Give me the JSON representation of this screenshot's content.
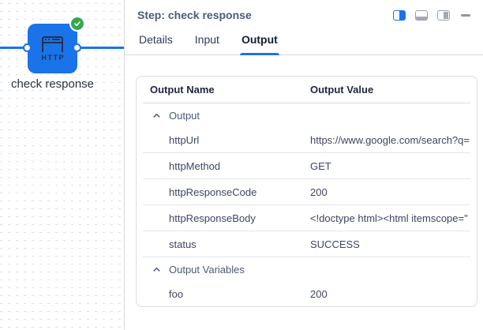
{
  "canvas": {
    "node": {
      "label": "check response",
      "icon_text": "HTTP",
      "status": "success",
      "node_color": "#1a73e8",
      "status_color": "#34a853"
    }
  },
  "panel": {
    "header": {
      "title": "Step: check response"
    },
    "window_controls": [
      {
        "name": "dock-split-right",
        "active": true
      },
      {
        "name": "dock-bottom",
        "active": false
      },
      {
        "name": "dock-panel-right",
        "active": false
      },
      {
        "name": "minimize",
        "active": false
      }
    ],
    "tabs": [
      {
        "label": "Details",
        "active": false
      },
      {
        "label": "Input",
        "active": false
      },
      {
        "label": "Output",
        "active": true
      }
    ],
    "table": {
      "columns": [
        "Output Name",
        "Output Value"
      ],
      "rows": [
        {
          "type": "group",
          "name": "Output",
          "value": ""
        },
        {
          "type": "data",
          "name": "httpUrl",
          "value": "https://www.google.com/search?q="
        },
        {
          "type": "data",
          "name": "httpMethod",
          "value": "GET"
        },
        {
          "type": "data",
          "name": "httpResponseCode",
          "value": "200"
        },
        {
          "type": "data",
          "name": "httpResponseBody",
          "value": "<!doctype html><html itemscope=\""
        },
        {
          "type": "data",
          "name": "status",
          "value": "SUCCESS"
        },
        {
          "type": "group",
          "name": "Output Variables",
          "value": ""
        },
        {
          "type": "data",
          "name": "foo",
          "value": "200"
        }
      ]
    },
    "accent_color": "#1a73e8"
  }
}
